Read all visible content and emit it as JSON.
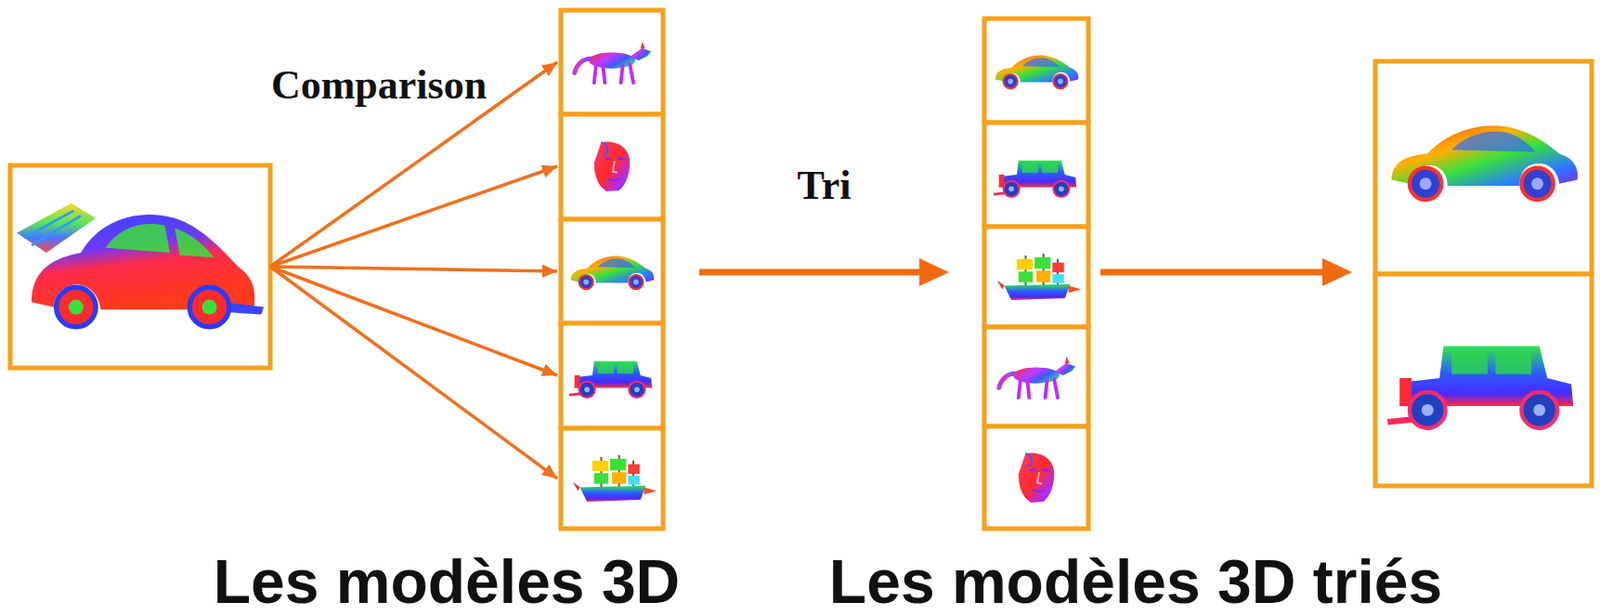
{
  "diagram": {
    "nodes": [
      {
        "text": [
          "Les modèles 3D"
        ]
      },
      {
        "text": [
          "Les modèles 3D triés"
        ]
      }
    ],
    "edges": [
      {
        "from": 0,
        "to": 1,
        "arrow": "to",
        "label": "Tri"
      }
    ],
    "labels": [
      "Comparison"
    ]
  }
}
